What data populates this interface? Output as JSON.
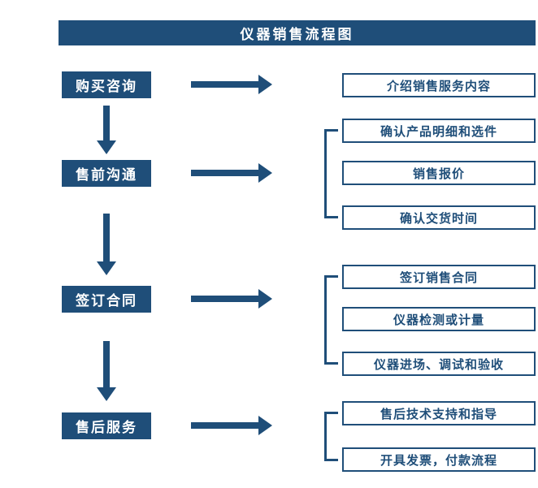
{
  "title": "仪器销售流程图",
  "colors": {
    "accent": "#1f4e79",
    "background": "#ffffff",
    "text_on_accent": "#ffffff"
  },
  "stages": [
    {
      "label": "购买咨询",
      "outputs": [
        "介绍销售服务内容"
      ]
    },
    {
      "label": "售前沟通",
      "outputs": [
        "确认产品明细和选件",
        "销售报价",
        "确认交货时间"
      ]
    },
    {
      "label": "签订合同",
      "outputs": [
        "签订销售合同",
        "仪器检测或计量",
        "仪器进场、调试和验收"
      ]
    },
    {
      "label": "售后服务",
      "outputs": [
        "售后技术支持和指导",
        "开具发票，付款流程"
      ]
    }
  ]
}
